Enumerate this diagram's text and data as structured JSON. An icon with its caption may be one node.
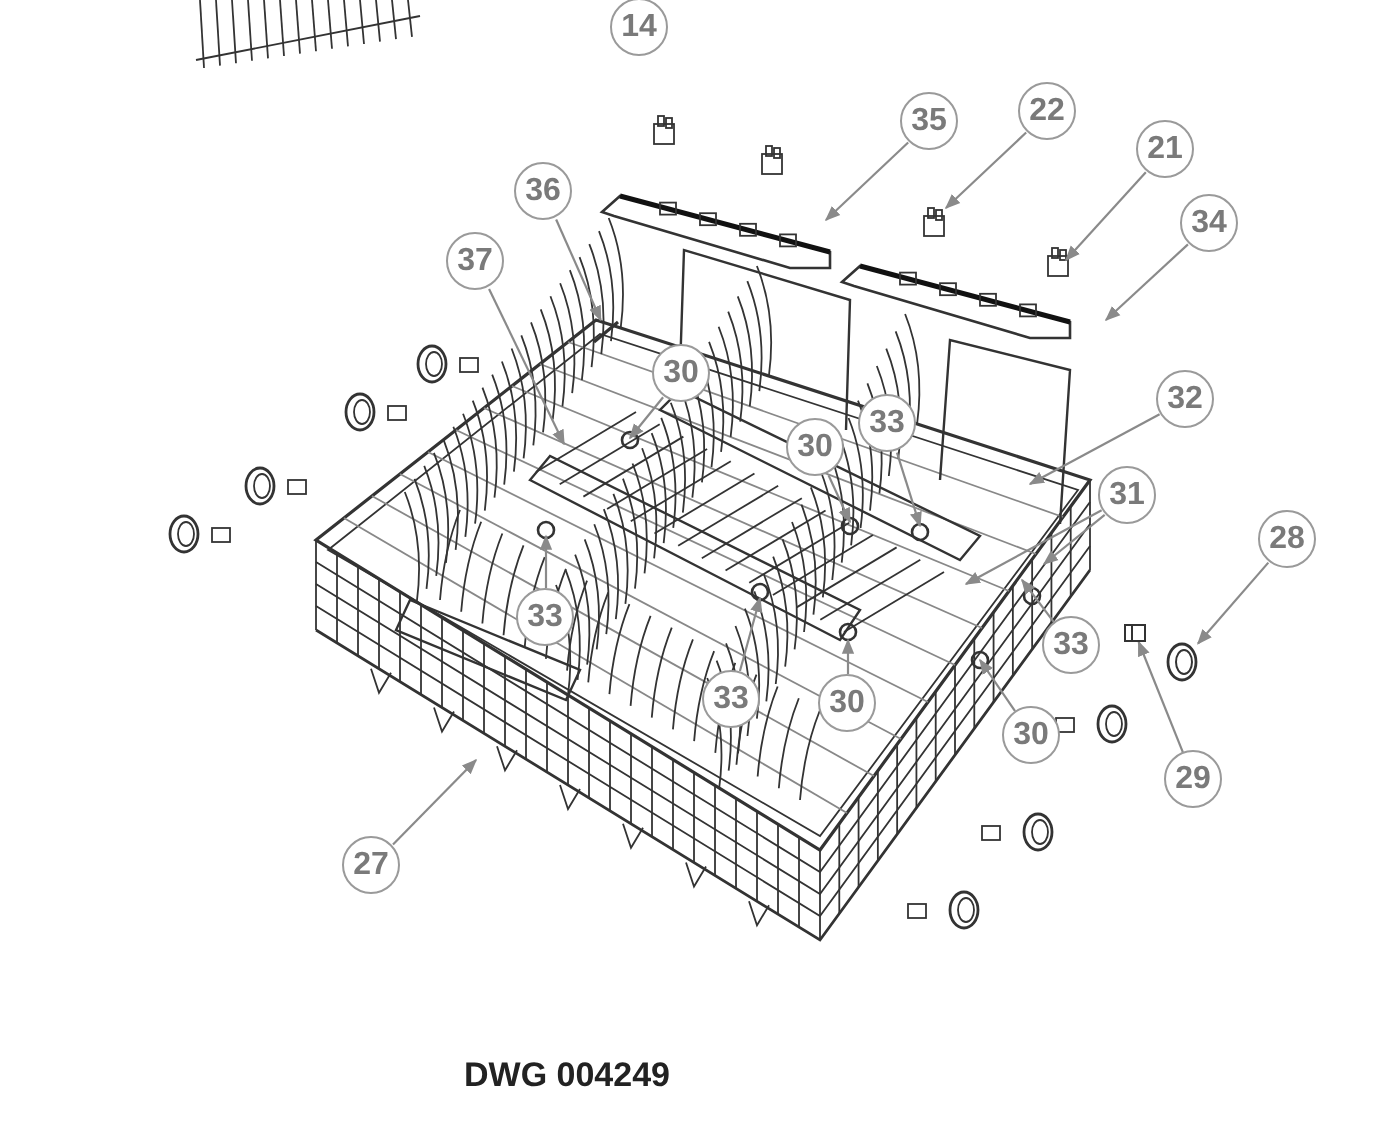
{
  "diagram": {
    "nodes": [
      {
        "text": [
          "14"
        ]
      },
      {
        "text": [
          "35"
        ]
      },
      {
        "text": [
          "22"
        ]
      },
      {
        "text": [
          "21"
        ]
      },
      {
        "text": [
          "36"
        ]
      },
      {
        "text": [
          "34"
        ]
      },
      {
        "text": [
          "37"
        ]
      },
      {
        "text": [
          "30"
        ]
      },
      {
        "text": [
          "32"
        ]
      },
      {
        "text": [
          "33"
        ]
      },
      {
        "text": [
          "30"
        ]
      },
      {
        "text": [
          "31"
        ]
      },
      {
        "text": [
          "28"
        ]
      },
      {
        "text": [
          "33"
        ]
      },
      {
        "text": [
          "33"
        ]
      },
      {
        "text": [
          "30"
        ]
      },
      {
        "text": [
          "33"
        ]
      },
      {
        "text": [
          "30"
        ]
      },
      {
        "text": [
          "29"
        ]
      },
      {
        "text": [
          "27"
        ]
      },
      {
        "text": [],
        "shape": "bar"
      },
      {
        "text": [],
        "shape": "picture"
      },
      {
        "text": [],
        "shape": "circle"
      }
    ],
    "edges": [
      {
        "from": 1,
        "to": null,
        "arrow": "to"
      },
      {
        "from": 2,
        "to": null,
        "arrow": "to"
      },
      {
        "from": 3,
        "to": null,
        "arrow": "to"
      },
      {
        "from": 4,
        "to": 20,
        "arrow": "to"
      },
      {
        "from": 5,
        "to": null,
        "arrow": "to"
      },
      {
        "from": 6,
        "to": null,
        "arrow": "to"
      },
      {
        "from": 7,
        "to": null,
        "arrow": "to"
      },
      {
        "from": 8,
        "to": null,
        "arrow": "to"
      },
      {
        "from": 9,
        "to": null,
        "arrow": "to"
      },
      {
        "from": 10,
        "to": null,
        "arrow": "to"
      },
      {
        "from": 11,
        "to": null,
        "arrow": "to"
      },
      {
        "from": 11,
        "to": null,
        "arrow": "to"
      },
      {
        "from": 12,
        "to": 22,
        "arrow": "to"
      },
      {
        "from": 13,
        "to": null,
        "arrow": "to"
      },
      {
        "from": 14,
        "to": null,
        "arrow": "to"
      },
      {
        "from": 15,
        "to": null,
        "arrow": "to"
      },
      {
        "from": 16,
        "to": null,
        "arrow": "to"
      },
      {
        "from": 17,
        "to": null,
        "arrow": "to"
      },
      {
        "from": 18,
        "to": 21,
        "arrow": "to"
      },
      {
        "from": 19,
        "to": null,
        "arrow": "to"
      }
    ],
    "labels": [
      "DWG 004249"
    ]
  }
}
